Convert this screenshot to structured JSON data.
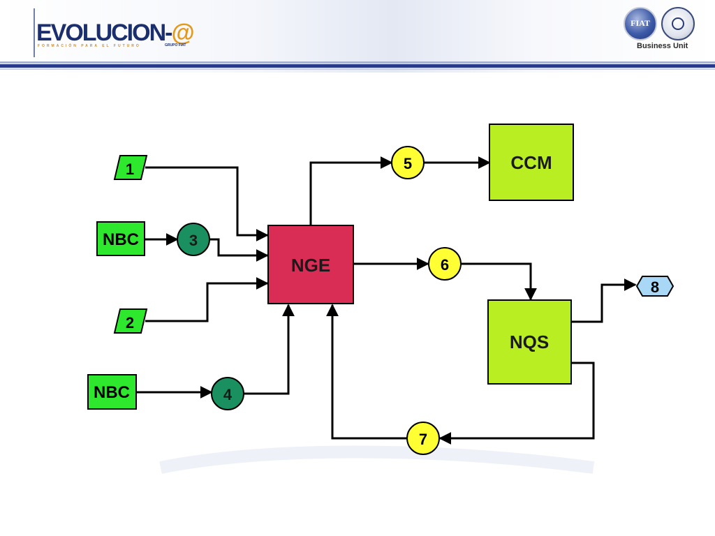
{
  "header": {
    "logo_main": "EVOLUCION-",
    "logo_at": "@",
    "logo_tagline": "FORMACIÓN PARA EL FUTURO",
    "logo_group": "GRUPO FIAT",
    "fiat_badge": "FIAT",
    "business_unit": "Business Unit"
  },
  "diagram": {
    "inputs": [
      {
        "id": "in1",
        "label": "1"
      },
      {
        "id": "in2",
        "label": "2"
      }
    ],
    "sources": [
      {
        "id": "nbc1",
        "label": "NBC"
      },
      {
        "id": "nbc2",
        "label": "NBC"
      }
    ],
    "events": [
      {
        "id": "c3",
        "label": "3"
      },
      {
        "id": "c4",
        "label": "4"
      },
      {
        "id": "c5",
        "label": "5"
      },
      {
        "id": "c6",
        "label": "6"
      },
      {
        "id": "c7",
        "label": "7"
      }
    ],
    "processes": [
      {
        "id": "nge",
        "label": "NGE"
      },
      {
        "id": "ccm",
        "label": "CCM"
      },
      {
        "id": "nqs",
        "label": "NQS"
      }
    ],
    "output": {
      "id": "out8",
      "label": "8"
    },
    "colors": {
      "input_green": "#2ee82e",
      "event_teal": "#1a9060",
      "event_yellow": "#ffff33",
      "nge_red": "#d92d55",
      "process_lime": "#b8ee22",
      "output_blue": "#a8d8f5",
      "header_navy": "#2a3a8a"
    }
  }
}
